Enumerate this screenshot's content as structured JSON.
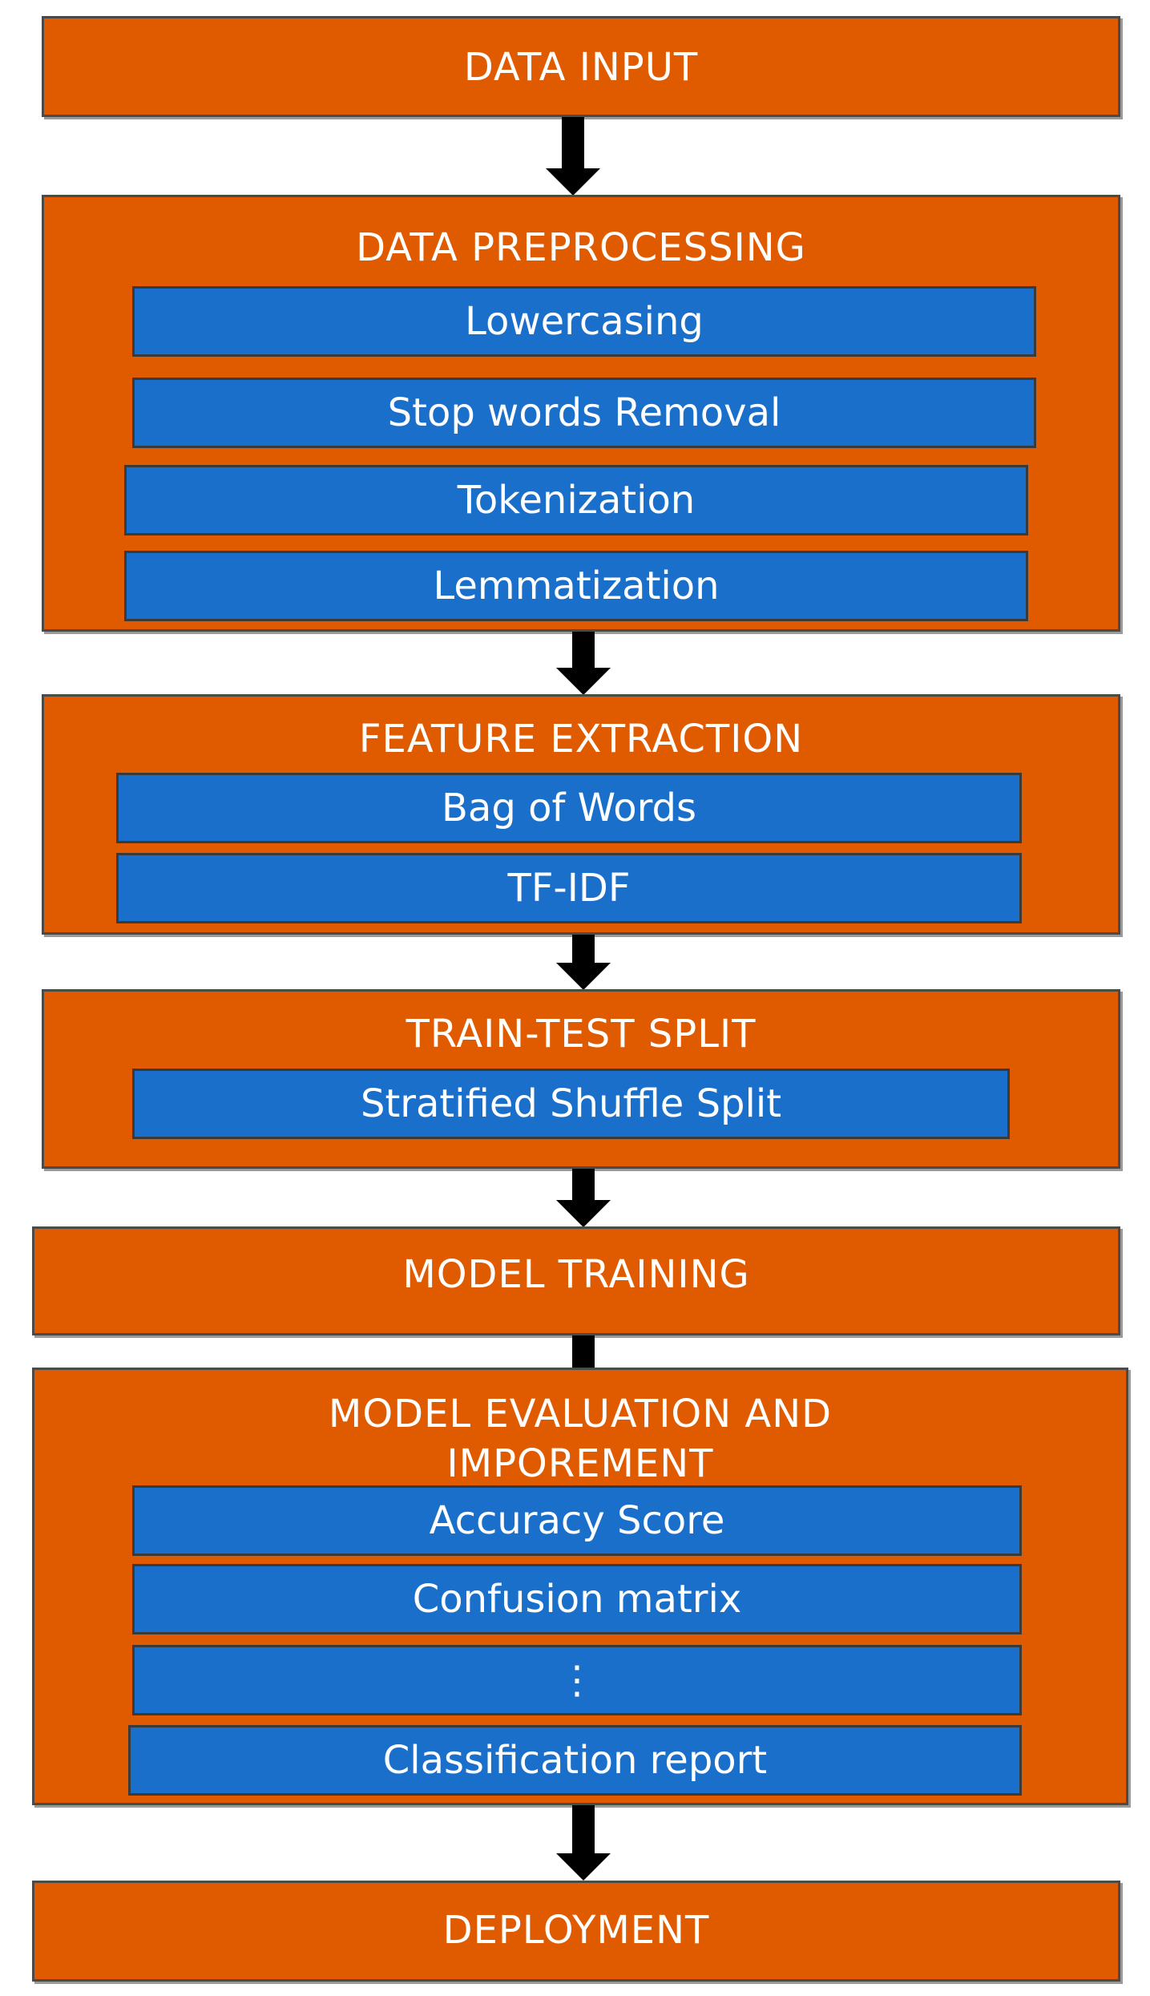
{
  "stages": {
    "data_input": {
      "title": "DATA INPUT"
    },
    "preprocessing": {
      "title": "DATA PREPROCESSING",
      "steps": [
        "Lowercasing",
        "Stop words Removal",
        "Tokenization",
        "Lemmatization"
      ]
    },
    "feature_extraction": {
      "title": "FEATURE EXTRACTION",
      "steps": [
        "Bag of Words",
        "TF-IDF"
      ]
    },
    "train_test_split": {
      "title": "TRAIN-TEST SPLIT",
      "steps": [
        "Stratified Shuffle Split"
      ]
    },
    "model_training": {
      "title": "MODEL TRAINING"
    },
    "model_evaluation": {
      "title_line1": "MODEL EVALUATION AND",
      "title_line2": "IMPOREMENT",
      "steps": [
        "Accuracy Score",
        "Confusion matrix",
        "⋮",
        "Classification report"
      ]
    },
    "deployment": {
      "title": "DEPLOYMENT"
    }
  },
  "colors": {
    "stage_fill": "#e05a00",
    "step_fill": "#1a6fca",
    "arrow": "#000000",
    "text": "#ffffff"
  }
}
